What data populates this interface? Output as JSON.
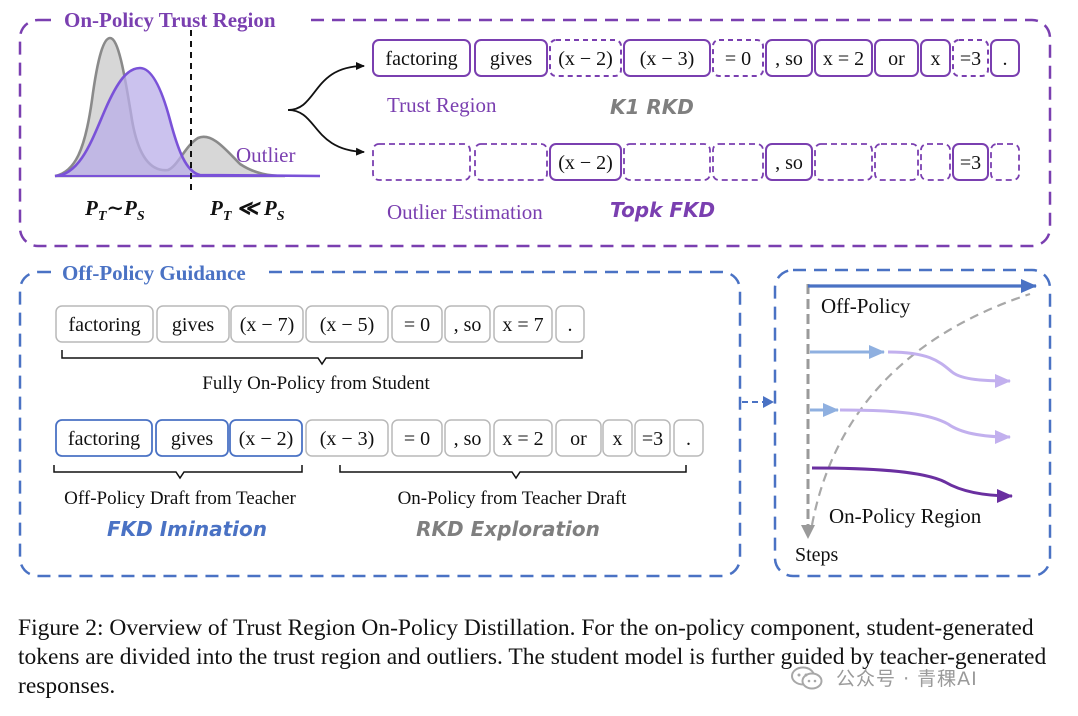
{
  "top_panel": {
    "title": "On-Policy Trust Region",
    "outlier_label": "Outlier",
    "pt_ps_sim": "P_T∼P_S",
    "pt_ps_ll": "P_T≪P_S",
    "trust_region_label": "Trust Region",
    "k1_rkd_label": "K1 RKD",
    "outlier_estimation_label": "Outlier Estimation",
    "topk_fkd_label": "Topk FKD",
    "row1_tokens": [
      "factoring",
      "gives",
      "(x − 2)",
      "(x − 3)",
      "= 0",
      ", so",
      "x = 2",
      "or",
      "x",
      "=3",
      "."
    ],
    "row2_tokens": [
      "",
      "",
      "(x − 2)",
      "",
      "",
      ", so",
      "",
      "",
      "",
      "=3",
      ""
    ]
  },
  "left_panel": {
    "title": "Off-Policy Guidance",
    "row1_tokens": [
      "factoring",
      "gives",
      "(x − 7)",
      "(x − 5)",
      "= 0",
      ", so",
      "x = 7",
      "."
    ],
    "row1_brace_label": "Fully On-Policy from Student",
    "row2_tokens": [
      "factoring",
      "gives",
      "(x − 2)",
      "(x − 3)",
      "= 0",
      ", so",
      "x = 2",
      "or",
      "x",
      "=3",
      "."
    ],
    "row2_left_label": "Off-Policy Draft from Teacher",
    "row2_right_label": "On-Policy from Teacher Draft",
    "fkd_label": "FKD Imination",
    "rkd_label": "RKD Exploration"
  },
  "right_panel": {
    "off_policy_label": "Off-Policy",
    "on_policy_label": "On-Policy Region",
    "steps_label": "Steps"
  },
  "caption": "Figure 2: Overview of Trust Region On-Policy Distillation. For the on-policy component, student-generated tokens are divided into the trust region and outliers. The student model is further guided by teacher-generated responses.",
  "watermark": "公众号 · 青稞AI",
  "colors": {
    "purple": "#7a3fb0",
    "blue": "#4a72c4",
    "gray": "#8a8a8a",
    "light_purple": "#b9a6e8",
    "dark_purple": "#6a2fa0"
  }
}
